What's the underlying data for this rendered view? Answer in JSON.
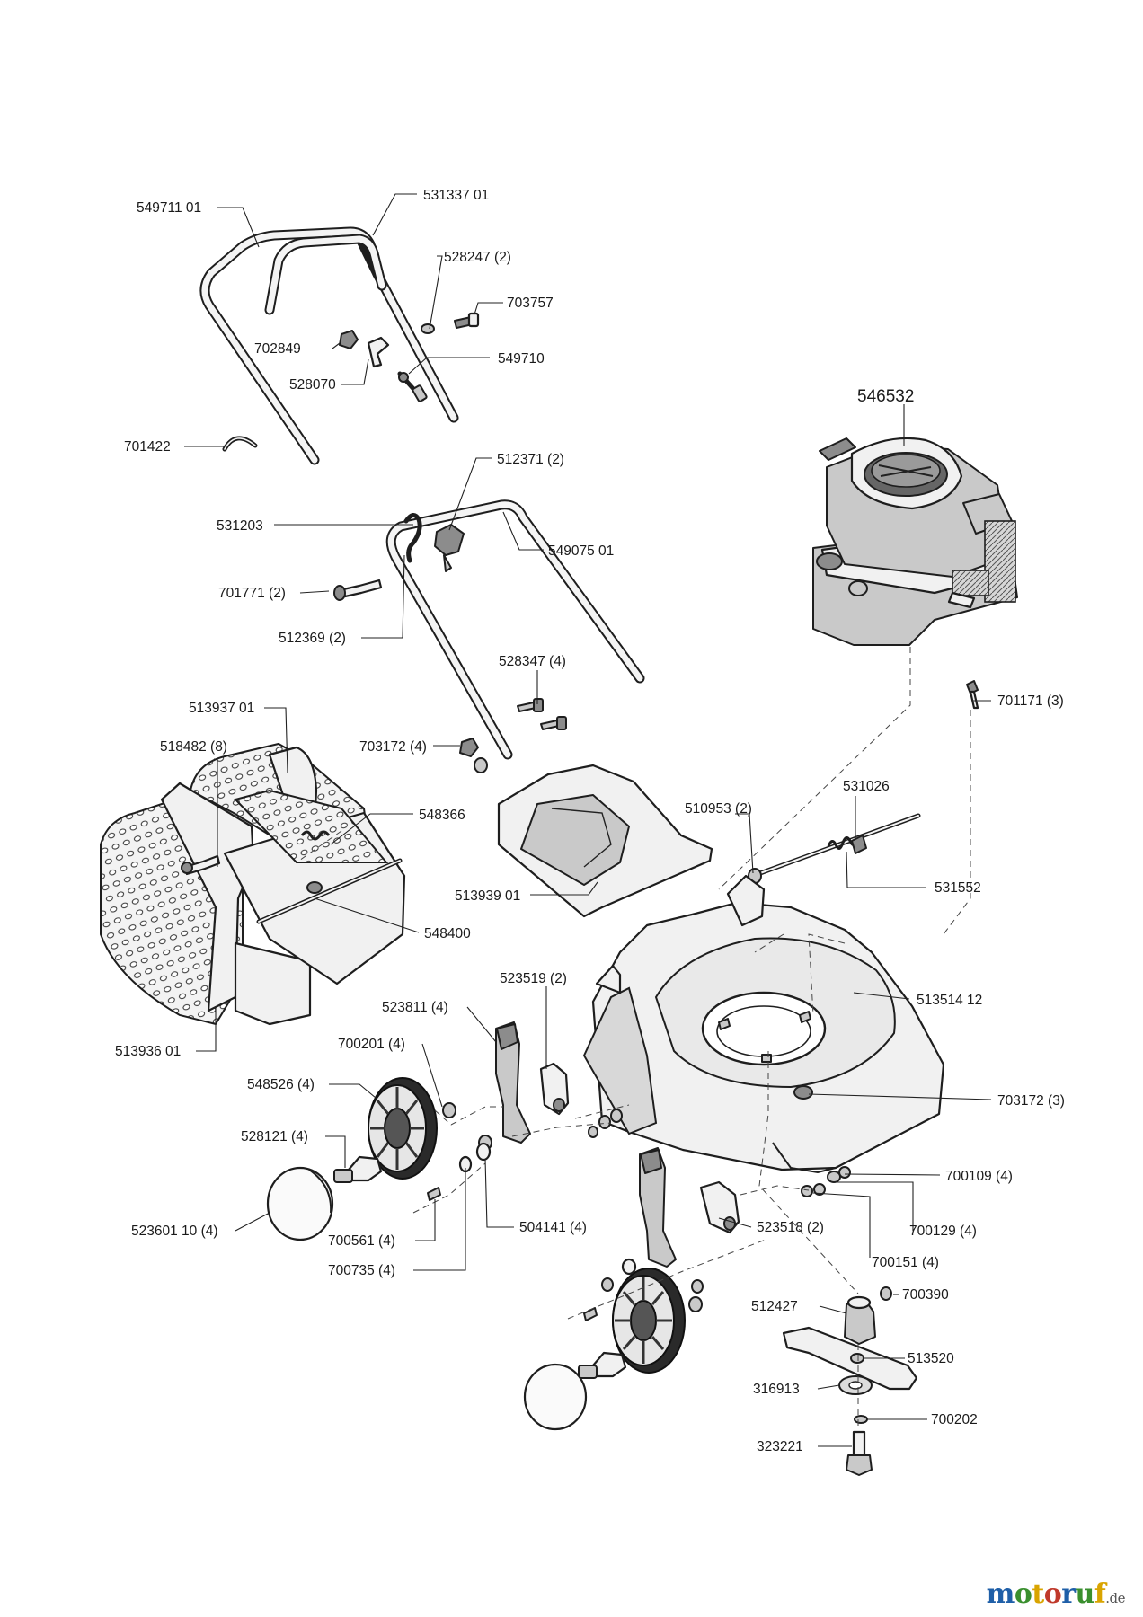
{
  "diagram": {
    "part_labels": {
      "p549711": "549711 01",
      "p531337": "531337 01",
      "p528247": "528247 (2)",
      "p703757": "703757",
      "p702849": "702849",
      "p528070": "528070",
      "p549710": "549710",
      "p701422": "701422",
      "p546532": "546532",
      "p512371": "512371 (2)",
      "p531203": "531203",
      "p549075": "549075 01",
      "p701771": "701771 (2)",
      "p512369": "512369 (2)",
      "p528347": "528347 (4)",
      "p513937": "513937 01",
      "p518482": "518482 (8)",
      "p703172a": "703172 (4)",
      "p701171": "701171 (3)",
      "p548366": "548366",
      "p531026": "531026",
      "p510953": "510953 (2)",
      "p513939": "513939 01",
      "p531552": "531552",
      "p548400": "548400",
      "p523519": "523519 (2)",
      "p523811": "523811 (4)",
      "p513514": "513514 12",
      "p513936": "513936 01",
      "p700201": "700201 (4)",
      "p548526": "548526 (4)",
      "p703172b": "703172 (3)",
      "p528121": "528121 (4)",
      "p700109": "700109 (4)",
      "p523601": "523601 10 (4)",
      "p700561": "700561 (4)",
      "p504141": "504141 (4)",
      "p523518": "523518 (2)",
      "p700129": "700129 (4)",
      "p700735": "700735 (4)",
      "p700151": "700151 (4)",
      "p700390": "700390",
      "p512427": "512427",
      "p513520": "513520",
      "p316913": "316913",
      "p700202": "700202",
      "p323221": "323221"
    }
  },
  "watermark": {
    "letters": [
      "m",
      "o",
      "t",
      "o",
      "r",
      "u",
      "f"
    ],
    "colors": [
      "#1f5fa8",
      "#3a8f2e",
      "#d9a400",
      "#c0392b",
      "#1f5fa8",
      "#3a8f2e",
      "#d9a400"
    ],
    "suffix": ".de"
  }
}
